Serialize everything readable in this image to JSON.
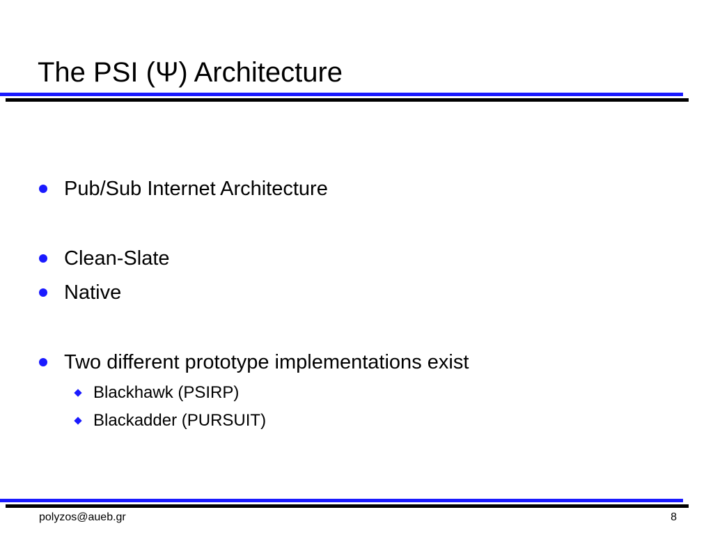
{
  "slide": {
    "title": "The PSI (Ψ) Architecture",
    "bullets": [
      {
        "text": "Pub/Sub Internet Architecture"
      },
      {
        "text": "Clean-Slate"
      },
      {
        "text": "Native"
      },
      {
        "text": "Two different prototype implementations exist",
        "subitems": [
          {
            "text": "Blackhawk (PSIRP)"
          },
          {
            "text": "Blackadder (PURSUIT)"
          }
        ]
      }
    ],
    "footer": {
      "email": "polyzos@aueb.gr",
      "page_number": "8"
    }
  },
  "colors": {
    "accent_blue": "#1a1aff",
    "rule_black": "#000000",
    "text": "#000000"
  },
  "icons": {
    "bullet": "filled-circle-icon",
    "subbullet": "filled-diamond-icon"
  }
}
